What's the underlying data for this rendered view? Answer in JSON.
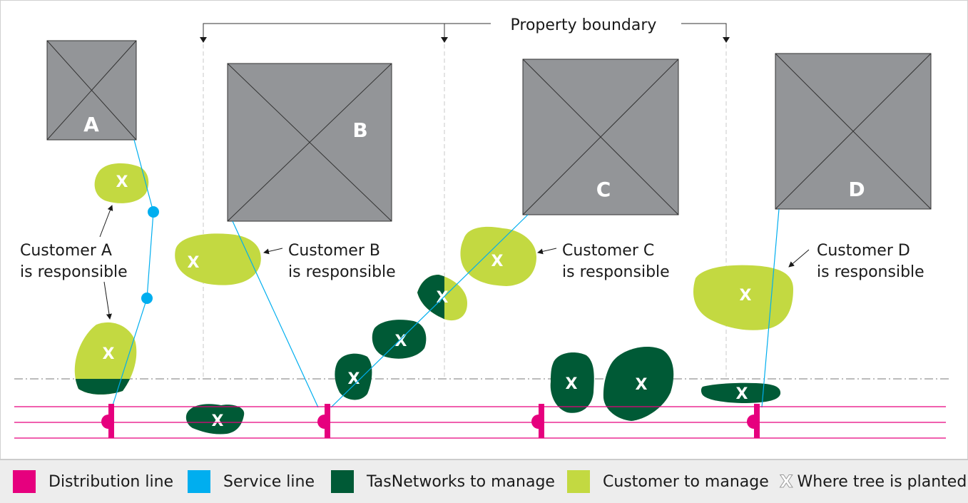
{
  "colors": {
    "distribution": "#e6007e",
    "service": "#00aeef",
    "tasnetworks": "#005a36",
    "customer": "#c3d941",
    "house": "#939598"
  },
  "property_boundary_label": "Property boundary",
  "houses": [
    {
      "letter": "A"
    },
    {
      "letter": "B"
    },
    {
      "letter": "C"
    },
    {
      "letter": "D"
    }
  ],
  "customers": [
    {
      "line1": "Customer A",
      "line2": "is responsible"
    },
    {
      "line1": "Customer B",
      "line2": "is responsible"
    },
    {
      "line1": "Customer C",
      "line2": "is responsible"
    },
    {
      "line1": "Customer D",
      "line2": "is responsible"
    }
  ],
  "tree_mark": "X",
  "legend": [
    {
      "label": "Distribution line",
      "color": "#e6007e"
    },
    {
      "label": "Service line",
      "color": "#00aeef"
    },
    {
      "label": "TasNetworks to manage",
      "color": "#005a36"
    },
    {
      "label": "Customer to manage",
      "color": "#c3d941"
    },
    {
      "label": "Where tree is planted",
      "icon": "X"
    }
  ]
}
